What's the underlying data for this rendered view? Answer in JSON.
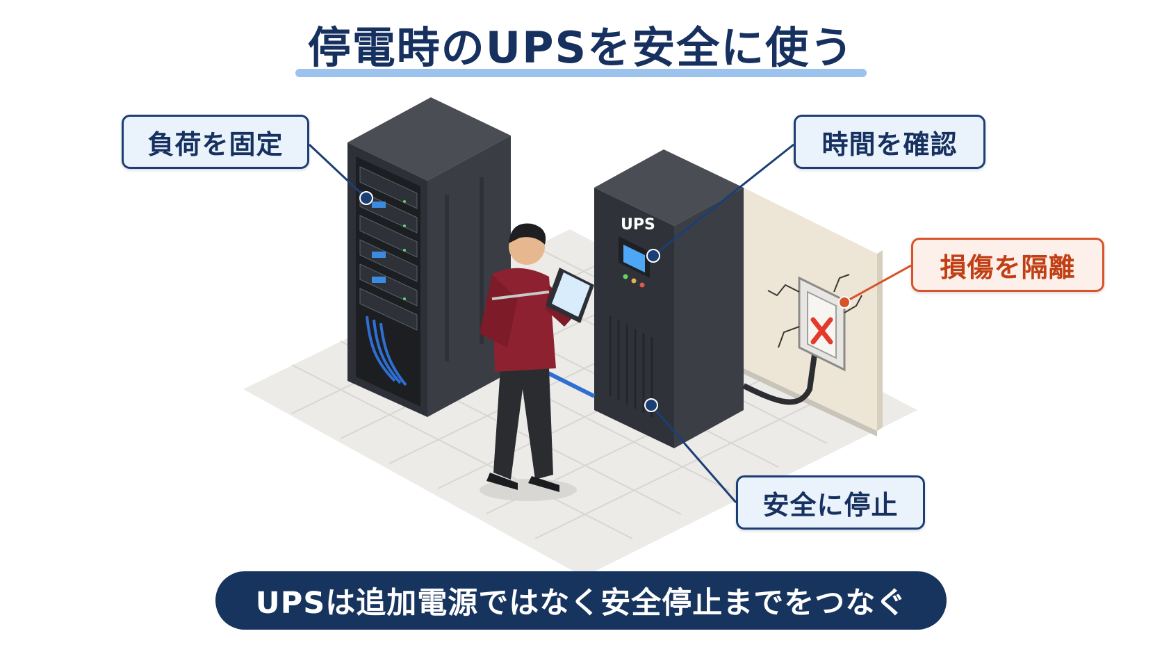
{
  "title": "停電時のUPSを安全に使う",
  "callouts": {
    "fix_load": "負荷を固定",
    "check_time": "時間を確認",
    "isolate_damage": "損傷を隔離",
    "safe_shutdown": "安全に停止"
  },
  "ups_label": "UPS",
  "footer": "UPSは追加電源ではなく安全停止までをつなぐ",
  "colors": {
    "navy": "#16305f",
    "accent_underline": "#9cc2ee",
    "danger": "#d8532a",
    "callout_fill": "#eaf3fc",
    "danger_fill": "#fdf0ea"
  },
  "icons": {
    "server_rack": "server-rack-icon",
    "ups_unit": "ups-unit-icon",
    "technician": "person-with-tablet-icon",
    "damaged_outlet": "damaged-outlet-icon",
    "unplug_mark": "red-x-icon"
  }
}
